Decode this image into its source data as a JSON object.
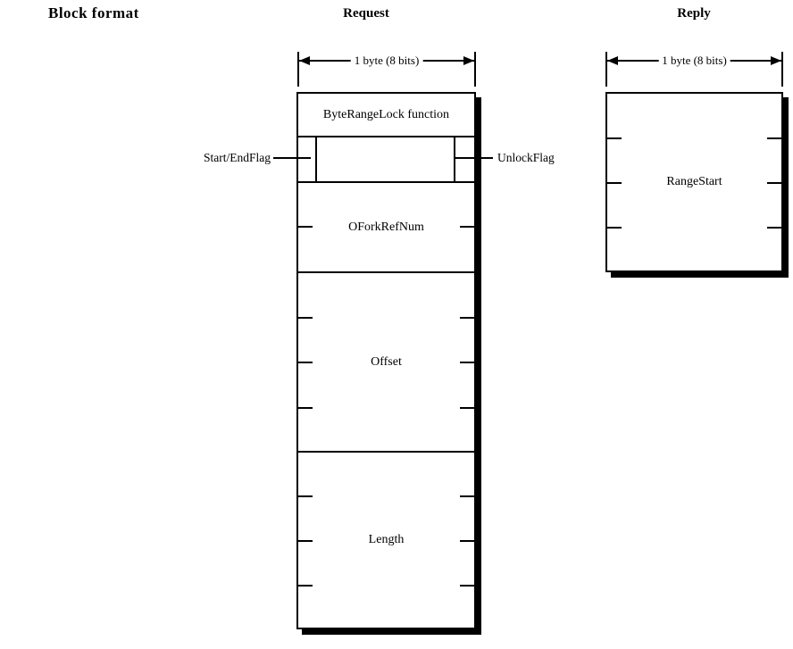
{
  "section": {
    "label": "Block format"
  },
  "request": {
    "title": "Request",
    "byte_width": "1 byte (8 bits)",
    "flag_left_label": "Start/EndFlag",
    "flag_right_label": "UnlockFlag",
    "fields": [
      {
        "name": "ByteRangeLock function",
        "bytes": 1
      },
      {
        "name": "",
        "bytes": 1
      },
      {
        "name": "OForkRefNum",
        "bytes": 2
      },
      {
        "name": "Offset",
        "bytes": 4
      },
      {
        "name": "Length",
        "bytes": 4
      }
    ]
  },
  "reply": {
    "title": "Reply",
    "byte_width": "1 byte (8 bits)",
    "fields": [
      {
        "name": "RangeStart",
        "bytes": 4
      }
    ]
  }
}
